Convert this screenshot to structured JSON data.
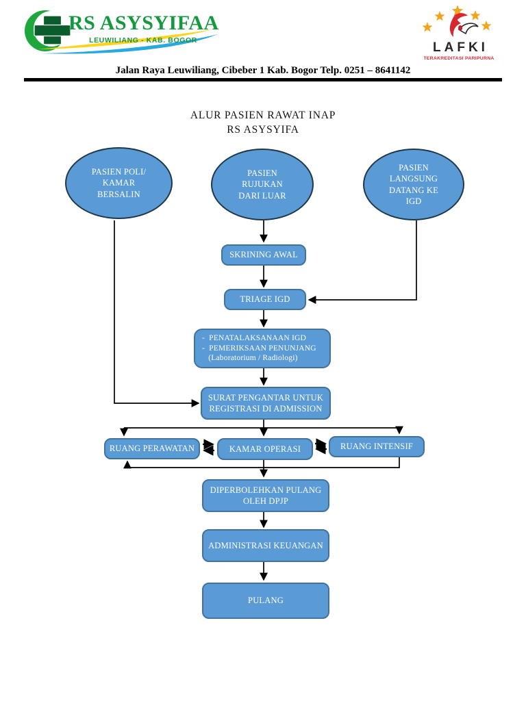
{
  "letterhead": {
    "logo": {
      "hospital_name": "RS ASYSYIFAA",
      "hospital_subtitle": "LEUWILIANG - KAB. BOGOR"
    },
    "accreditation": {
      "name": "LAFKI",
      "subtitle": "TERAKREDITASI PARIPURNA"
    },
    "address": "Jalan Raya Leuwiliang, Cibeber 1 Kab. Bogor Telp. 0251 – 8641142"
  },
  "document": {
    "title_line1": "ALUR PASIEN RAWAT INAP",
    "title_line2": "RS ASYSYIFA"
  },
  "flowchart": {
    "nodes": {
      "pasien_poli": "PASIEN POLI/\nKAMAR\nBERSALIN",
      "pasien_rujukan": "PASIEN\nRUJUKAN\nDARI LUAR",
      "pasien_langsung": "PASIEN\nLANGSUNG\nDATANG KE\nIGD",
      "skrining_awal": "SKRINING AWAL",
      "triage_igd": "TRIAGE IGD",
      "penatalaksanaan": "-  PENATALAKSANAAN IGD\n-  PEMERIKSAAN PENUNJANG\n   (Laboratorium / Radiologi)",
      "surat_pengantar": "SURAT PENGANTAR UNTUK\nREGISTRASI DI ADMISSION",
      "ruang_perawatan": "RUANG PERAWATAN",
      "kamar_operasi": "KAMAR OPERASI",
      "ruang_intensif": "RUANG INTENSIF",
      "diperbolehkan_pulang": "DIPERBOLEHKAN PULANG\nOLEH DPJP",
      "administrasi_keuangan": "ADMINISTRASI KEUANGAN",
      "pulang": "PULANG"
    },
    "edges": [
      {
        "from": "pasien_rujukan",
        "to": "skrining_awal"
      },
      {
        "from": "skrining_awal",
        "to": "triage_igd"
      },
      {
        "from": "pasien_langsung",
        "to": "triage_igd"
      },
      {
        "from": "triage_igd",
        "to": "penatalaksanaan"
      },
      {
        "from": "penatalaksanaan",
        "to": "surat_pengantar"
      },
      {
        "from": "pasien_poli",
        "to": "surat_pengantar"
      },
      {
        "from": "surat_pengantar",
        "to": "ruang_perawatan"
      },
      {
        "from": "surat_pengantar",
        "to": "kamar_operasi"
      },
      {
        "from": "surat_pengantar",
        "to": "ruang_intensif"
      },
      {
        "from": "ruang_perawatan",
        "to": "kamar_operasi",
        "bidirectional": true
      },
      {
        "from": "kamar_operasi",
        "to": "ruang_intensif",
        "bidirectional": true
      },
      {
        "from": "ruang_intensif",
        "to": "ruang_perawatan"
      },
      {
        "from": "kamar_operasi",
        "to": "diperbolehkan_pulang"
      },
      {
        "from": "diperbolehkan_pulang",
        "to": "administrasi_keuangan"
      },
      {
        "from": "administrasi_keuangan",
        "to": "pulang"
      }
    ],
    "colors": {
      "node_fill": "#5b9bd5",
      "box_border": "#41719c",
      "ellipse_border": "#1f3849",
      "node_text": "#ffffff",
      "connector": "#000000",
      "logo_green": "#14993f",
      "lafki_red": "#d7282f",
      "star_gold": "#f0a51e"
    }
  }
}
